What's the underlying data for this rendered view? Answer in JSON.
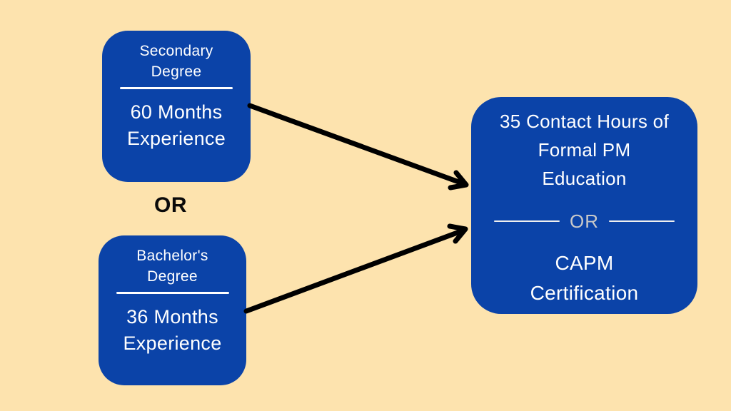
{
  "diagram": {
    "title_semantic": "CAPM certification eligibility paths",
    "colors": {
      "background": "#FDE3AE",
      "box_fill": "#0B43A8",
      "box_text": "#FFFFFF",
      "arrow": "#000000",
      "or_label": "#0A0A0A",
      "divider_or_text": "#C9C9C9",
      "divider_line": "#EFEFEF"
    },
    "boxes": {
      "secondary": {
        "title_line1": "Secondary",
        "title_line2": "Degree",
        "body_line1": "60 Months",
        "body_line2": "Experience"
      },
      "bachelor": {
        "title_line1": "Bachelor's",
        "title_line2": "Degree",
        "body_line1": "36 Months",
        "body_line2": "Experience"
      },
      "target": {
        "line1": "35 Contact Hours of",
        "line2": "Formal PM",
        "line3": "Education",
        "divider_label": "OR",
        "line4": "CAPM",
        "line5": "Certification"
      }
    },
    "or_label": "OR",
    "connections": [
      {
        "from": "secondary-degree-box",
        "to": "target-box"
      },
      {
        "from": "bachelors-degree-box",
        "to": "target-box"
      }
    ]
  }
}
